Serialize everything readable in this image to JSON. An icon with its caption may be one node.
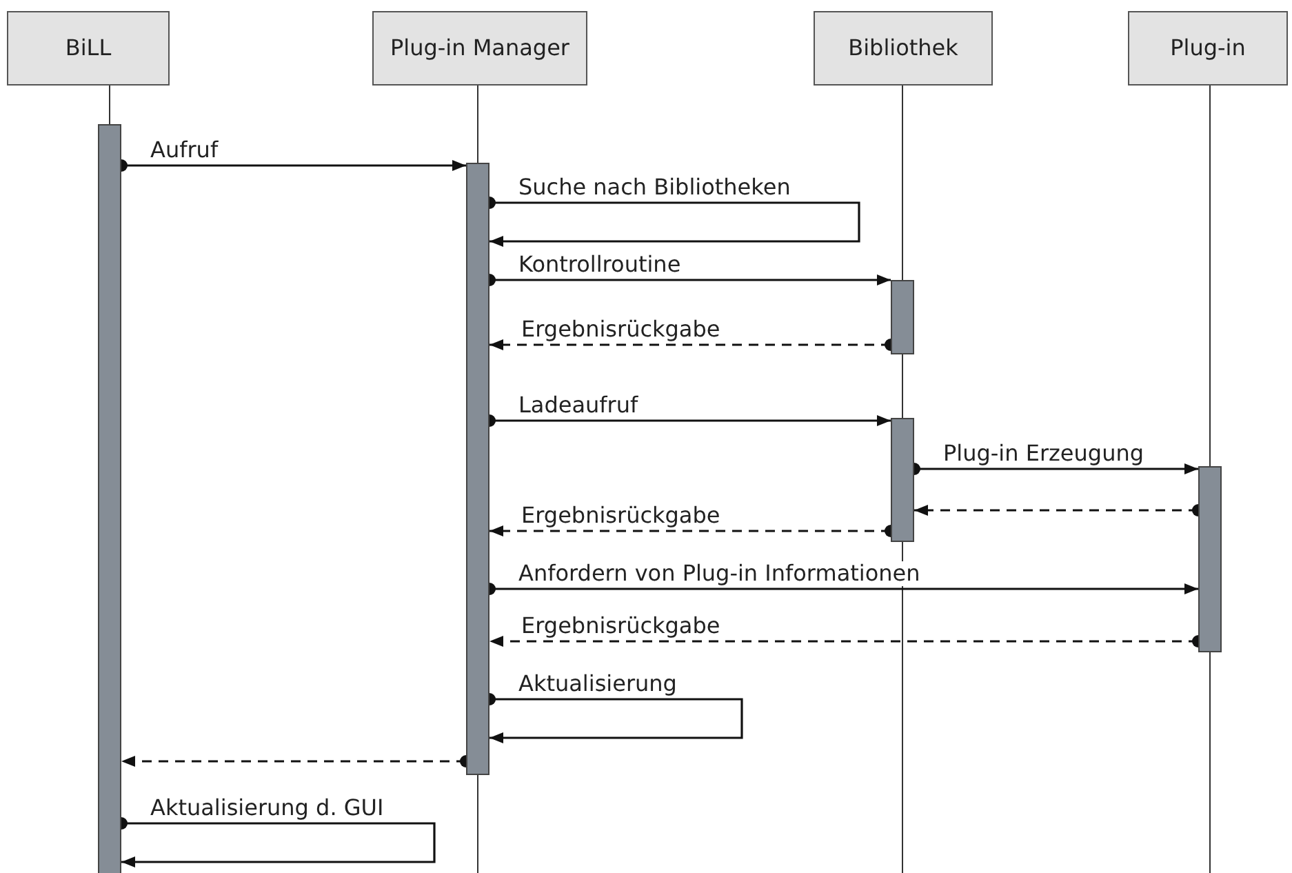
{
  "diagram": {
    "nodes": [
      {
        "text": [
          "BiLL"
        ]
      },
      {
        "text": [
          "Plug-in Manager"
        ]
      },
      {
        "text": [
          "Bibliothek"
        ]
      },
      {
        "text": [
          "Plug-in"
        ]
      },
      {
        "text": [],
        "shape": "bar"
      },
      {
        "text": [],
        "shape": "bar"
      },
      {
        "text": [],
        "shape": "bar"
      },
      {
        "text": [],
        "shape": "bar"
      },
      {
        "text": [],
        "shape": "bar"
      }
    ],
    "edges": [
      {
        "from": 4,
        "to": 5,
        "arrow": "to",
        "label": "Aufruf"
      },
      {
        "from": 5,
        "to": 5,
        "arrow": "to",
        "label": "Suche nach Bibliotheken"
      },
      {
        "from": 5,
        "to": 6,
        "arrow": "to",
        "label": "Kontrollroutine"
      },
      {
        "from": 6,
        "to": 5,
        "arrow": "to",
        "label": "Ergebnisrückgabe",
        "style": "dashed"
      },
      {
        "from": 5,
        "to": 7,
        "arrow": "to",
        "label": "Ladeaufruf"
      },
      {
        "from": 7,
        "to": 8,
        "arrow": "to",
        "label": "Plug-in Erzeugung"
      },
      {
        "from": 8,
        "to": 7,
        "arrow": "to",
        "style": "dashed"
      },
      {
        "from": 7,
        "to": 5,
        "arrow": "to",
        "label": "Ergebnisrückgabe",
        "style": "dashed"
      },
      {
        "from": 5,
        "to": 8,
        "arrow": "to",
        "label": "Anfordern von Plug-in Informationen"
      },
      {
        "from": 8,
        "to": 5,
        "arrow": "to",
        "label": "Ergebnisrückgabe",
        "style": "dashed"
      },
      {
        "from": 5,
        "to": 5,
        "arrow": "to",
        "label": "Aktualisierung"
      },
      {
        "from": 5,
        "to": 4,
        "arrow": "to",
        "style": "dashed"
      },
      {
        "from": 4,
        "to": 4,
        "arrow": "to",
        "label": "Aktualisierung d. GUI"
      }
    ]
  }
}
